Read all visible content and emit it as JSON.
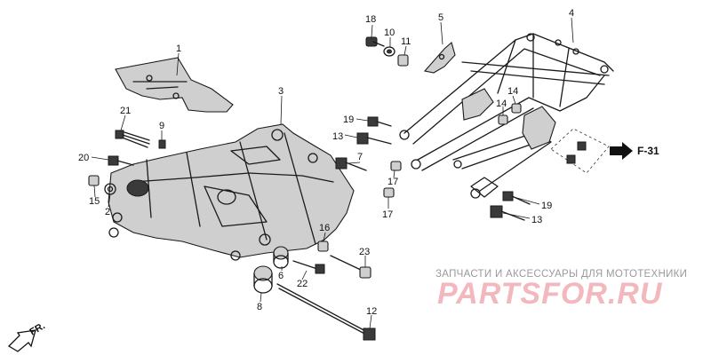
{
  "callouts": {
    "c1": "1",
    "c2": "2",
    "c3": "3",
    "c4": "4",
    "c5": "5",
    "c6": "6",
    "c7": "7",
    "c8": "8",
    "c9": "9",
    "c10": "10",
    "c11": "11",
    "c12": "12",
    "c13a": "13",
    "c13b": "13",
    "c14a": "14",
    "c14b": "14",
    "c15": "15",
    "c16": "16",
    "c17a": "17",
    "c17b": "17",
    "c18": "18",
    "c19a": "19",
    "c19b": "19",
    "c20": "20",
    "c21": "21",
    "c22": "22",
    "c23": "23"
  },
  "reference": "F-31",
  "orientation": "FR.",
  "watermark": {
    "subtitle": "ЗАПЧАСТИ И АКСЕССУАРЫ ДЛЯ МОТОТЕХНИКИ",
    "logo": "PARTSFOR.RU"
  }
}
